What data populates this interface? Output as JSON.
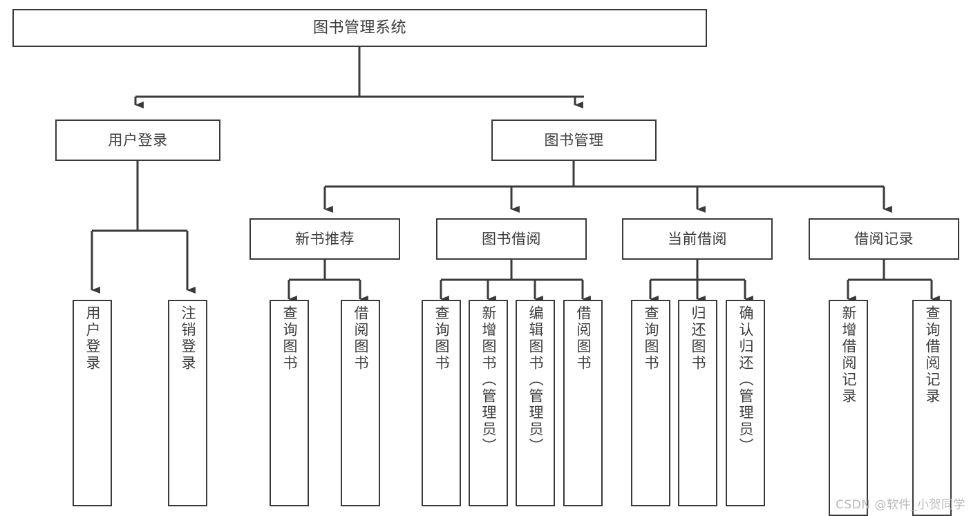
{
  "diagram": {
    "title": "图书管理系统",
    "type": "tree",
    "watermark": "CSDN @软件_小贺同学",
    "colors": {
      "stroke": "#3a3a3a",
      "text": "#3d3d3d",
      "background": "#ffffff",
      "watermark": "#b9b9b9"
    },
    "nodes": {
      "root": {
        "label": "图书管理系统"
      },
      "level2": [
        {
          "id": "user-login",
          "label": "用户登录"
        },
        {
          "id": "book-manage",
          "label": "图书管理"
        }
      ],
      "level3": [
        {
          "id": "new-book-recommend",
          "label": "新书推荐"
        },
        {
          "id": "book-borrow",
          "label": "图书借阅"
        },
        {
          "id": "current-borrow",
          "label": "当前借阅"
        },
        {
          "id": "borrow-record",
          "label": "借阅记录"
        }
      ],
      "leaves": {
        "user_login": [
          {
            "id": "leaf-user-login",
            "label": "用户登录"
          },
          {
            "id": "leaf-logout-login",
            "label": "注销登录"
          }
        ],
        "new_book_recommend": [
          {
            "id": "leaf-query-book-1",
            "label": "查询图书"
          },
          {
            "id": "leaf-borrow-book-1",
            "label": "借阅图书"
          }
        ],
        "book_borrow": [
          {
            "id": "leaf-query-book-2",
            "label": "查询图书"
          },
          {
            "id": "leaf-add-book",
            "label": "新增图书（管理员）"
          },
          {
            "id": "leaf-edit-book",
            "label": "编辑图书（管理员）"
          },
          {
            "id": "leaf-borrow-book-2",
            "label": "借阅图书"
          }
        ],
        "current_borrow": [
          {
            "id": "leaf-query-book-3",
            "label": "查询图书"
          },
          {
            "id": "leaf-return-book",
            "label": "归还图书"
          },
          {
            "id": "leaf-confirm-return",
            "label": "确认归还（管理员）"
          }
        ],
        "borrow_record": [
          {
            "id": "leaf-add-record",
            "label": "新增借阅记录"
          },
          {
            "id": "leaf-query-record",
            "label": "查询借阅记录"
          }
        ]
      }
    }
  }
}
